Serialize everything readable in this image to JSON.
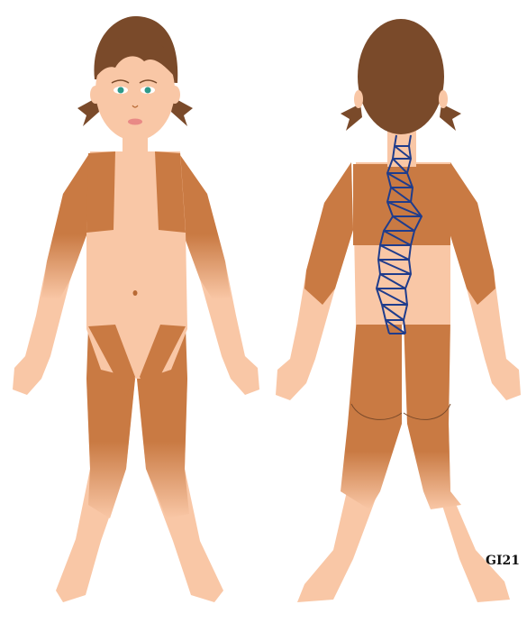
{
  "figure": {
    "code": "GI21",
    "views": [
      {
        "name": "front-view",
        "description_hidden": true
      },
      {
        "name": "back-view",
        "description_hidden": true
      }
    ]
  },
  "colors": {
    "skin": "#F9C7A6",
    "affected": "#C97A43",
    "affected_dark": "#B86A35",
    "hair": "#7A4A2A",
    "spine_outline": "#1F3C8C",
    "eye": "#2E9A8A",
    "lips": "#E98A86"
  }
}
